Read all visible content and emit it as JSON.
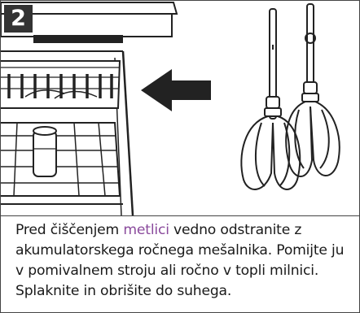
{
  "step": {
    "number": "2"
  },
  "instruction": {
    "before": "Pred čiščenjem ",
    "highlight": "metlici",
    "after": " vedno odstranite z akumulatorskega ročnega mešalnika. Pomijte ju v pomivalnem stroju ali ročno v topli milnici. Splaknite in obrišite do suhega."
  },
  "colors": {
    "highlight": "#8a4a9c",
    "badge": "#333333"
  },
  "icons": [
    "arrow-left-icon",
    "dishwasher-illustration",
    "beaters-illustration"
  ]
}
